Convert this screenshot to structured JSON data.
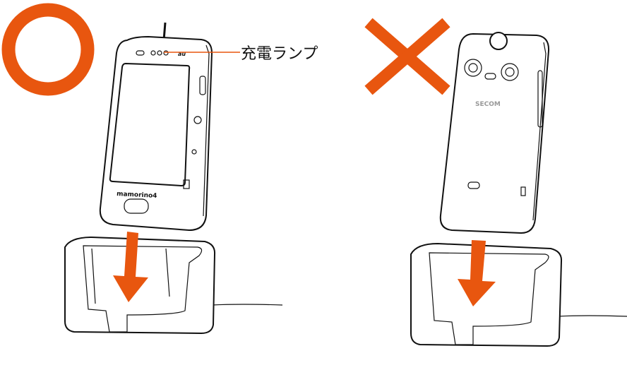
{
  "callout": {
    "label": "充電ランプ"
  },
  "phone_left": {
    "model_label": "mamorino4",
    "carrier_logo": "au"
  },
  "phone_right": {
    "brand_logo": "SECOM"
  },
  "marks": {
    "correct": "correct-circle-icon",
    "incorrect": "incorrect-x-icon"
  },
  "colors": {
    "accent": "#e8560f",
    "line": "#111111"
  }
}
